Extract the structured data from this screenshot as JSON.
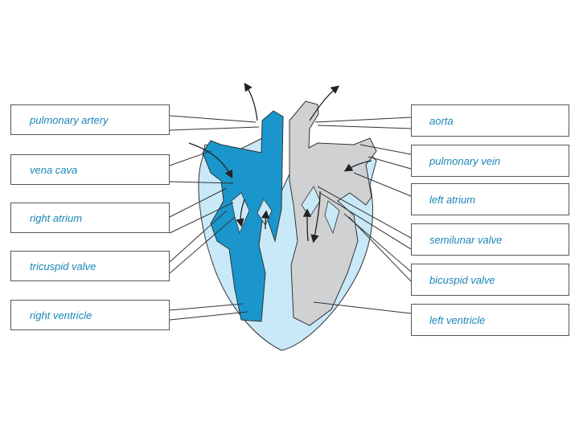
{
  "labels": {
    "left": [
      {
        "id": "pulmonary-artery",
        "text": "pulmonary artery"
      },
      {
        "id": "vena-cava",
        "text": "vena cava"
      },
      {
        "id": "right-atrium",
        "text": "right atrium"
      },
      {
        "id": "tricuspid-valve",
        "text": "tricuspid valve"
      },
      {
        "id": "right-ventricle",
        "text": "right ventricle"
      }
    ],
    "right": [
      {
        "id": "aorta",
        "text": "aorta"
      },
      {
        "id": "pulmonary-vein",
        "text": "pulmonary vein"
      },
      {
        "id": "left-atrium",
        "text": "left atrium"
      },
      {
        "id": "semilunar-valve",
        "text": "semilunar valve"
      },
      {
        "id": "bicuspid-valve",
        "text": "bicuspid valve"
      },
      {
        "id": "left-ventricle",
        "text": "left ventricle"
      }
    ]
  },
  "colors": {
    "label_text": "#1a86b8",
    "outer_wall": "#c9e9f8",
    "right_side_blood": "#1a96cc",
    "left_side_blood": "#cfd1d3",
    "outline": "#333333"
  }
}
